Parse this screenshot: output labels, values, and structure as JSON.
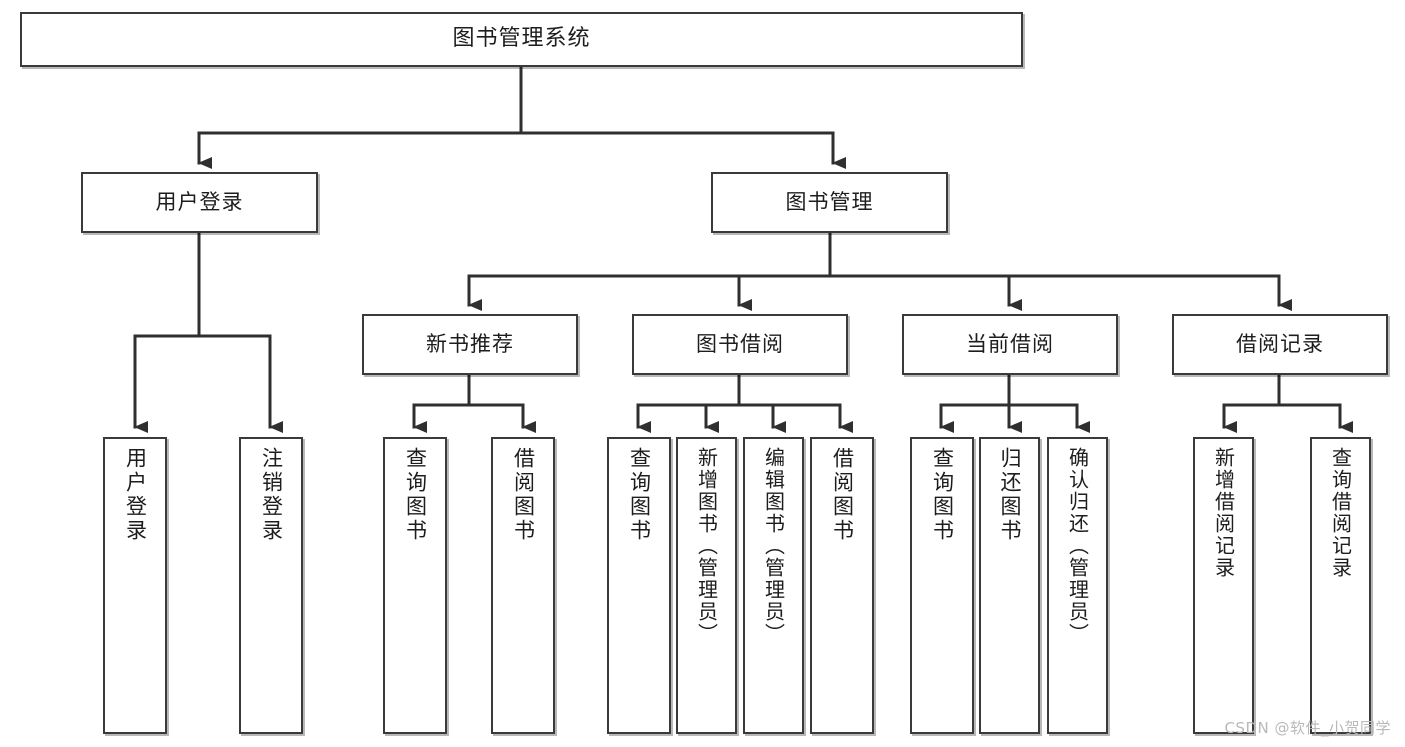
{
  "diagram": {
    "title": "图书管理系统",
    "type": "functional-structure-tree",
    "root": {
      "id": "root",
      "label": "图书管理系统"
    },
    "level2": [
      {
        "id": "user-login",
        "label": "用户登录"
      },
      {
        "id": "book-manage",
        "label": "图书管理"
      }
    ],
    "level3": [
      {
        "id": "new-book-rec",
        "label": "新书推荐"
      },
      {
        "id": "book-borrow",
        "label": "图书借阅"
      },
      {
        "id": "current-borrow",
        "label": "当前借阅"
      },
      {
        "id": "borrow-record",
        "label": "借阅记录"
      }
    ],
    "leaves": {
      "user_login": [
        {
          "id": "leaf-user-login",
          "label": "用户登录"
        },
        {
          "id": "leaf-logout-login",
          "label": "注销登录"
        }
      ],
      "new_book_rec": [
        {
          "id": "leaf-query-book-1",
          "label": "查询图书"
        },
        {
          "id": "leaf-borrow-book-1",
          "label": "借阅图书"
        }
      ],
      "book_borrow": [
        {
          "id": "leaf-query-book-2",
          "label": "查询图书"
        },
        {
          "id": "leaf-add-book",
          "label": "新增图书（管理员）"
        },
        {
          "id": "leaf-edit-book",
          "label": "编辑图书（管理员）"
        },
        {
          "id": "leaf-borrow-book-2",
          "label": "借阅图书"
        }
      ],
      "current_borrow": [
        {
          "id": "leaf-query-book-3",
          "label": "查询图书"
        },
        {
          "id": "leaf-return-book",
          "label": "归还图书"
        },
        {
          "id": "leaf-confirm-return",
          "label": "确认归还（管理员）"
        }
      ],
      "borrow_record": [
        {
          "id": "leaf-add-record",
          "label": "新增借阅记录"
        },
        {
          "id": "leaf-query-record",
          "label": "查询借阅记录"
        }
      ]
    }
  },
  "watermark": {
    "text": "CSDN @软件_小贺同学"
  },
  "colors": {
    "background": "#ffffff",
    "box_border": "#3a3a3a",
    "connector": "#2f2f2f",
    "text": "#1d1d1d",
    "watermark": "#b9b9b9"
  }
}
